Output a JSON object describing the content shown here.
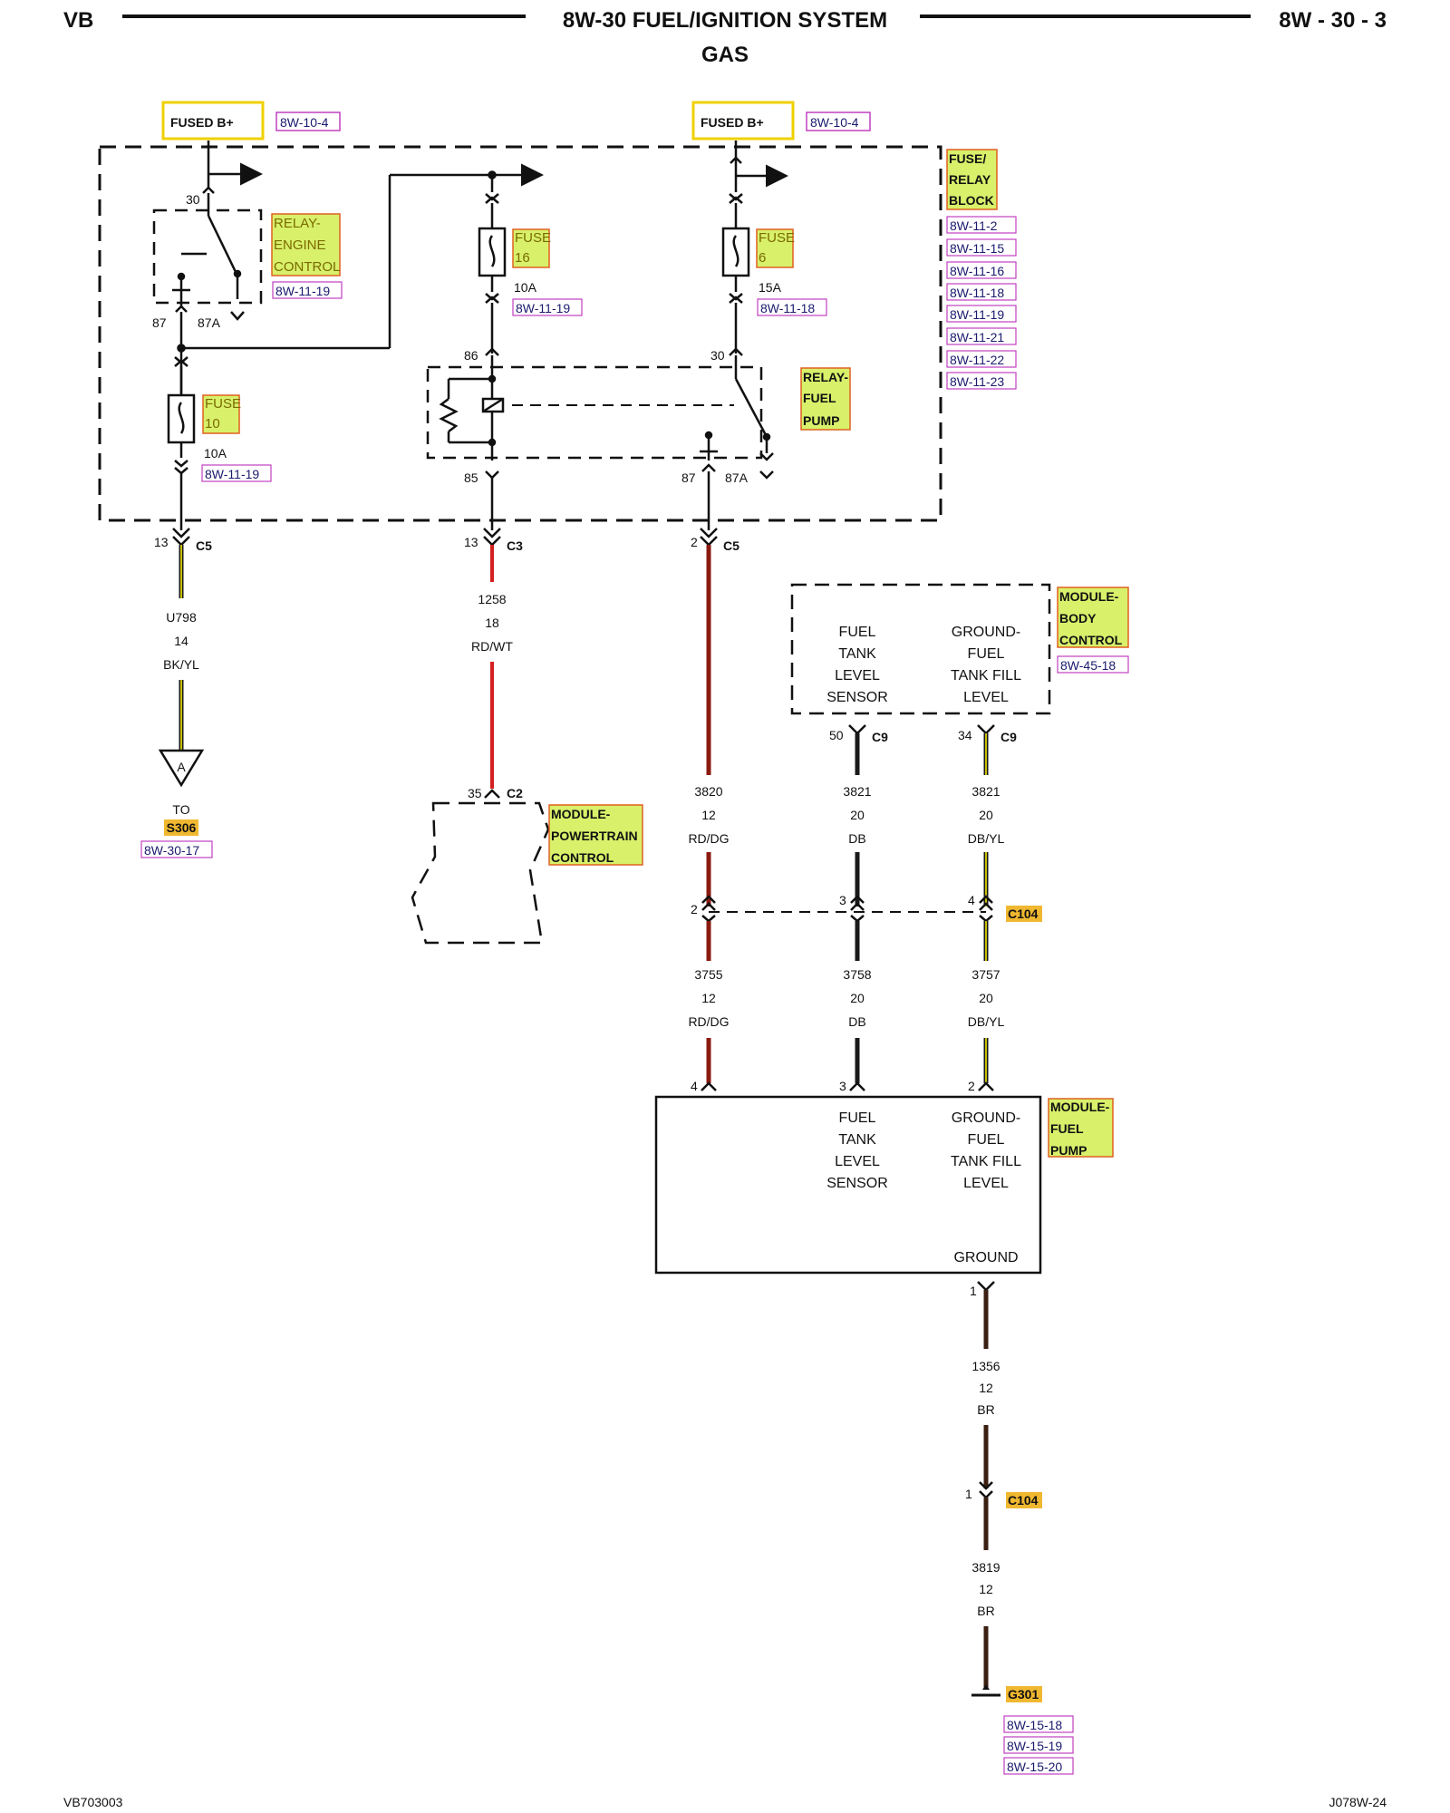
{
  "header": {
    "left": "VB",
    "title": "8W-30 FUEL/IGNITION SYSTEM",
    "subtitle": "GAS",
    "right": "8W - 30 - 3"
  },
  "footer": {
    "left": "VB703003",
    "right": "J078W-24"
  },
  "power": {
    "label": "FUSED B+",
    "ref": "8W-10-4"
  },
  "fuse_block": {
    "name": [
      "FUSE/",
      "RELAY",
      "BLOCK"
    ],
    "refs": [
      "8W-11-2",
      "8W-11-15",
      "8W-11-16",
      "8W-11-18",
      "8W-11-19",
      "8W-11-21",
      "8W-11-22",
      "8W-11-23"
    ]
  },
  "relay_engine": {
    "name": [
      "RELAY-",
      "ENGINE",
      "CONTROL"
    ],
    "ref": "8W-11-19",
    "pin_30": "30",
    "pin_87": "87",
    "pin_87a": "87A"
  },
  "relay_fuel": {
    "name": [
      "RELAY-",
      "FUEL",
      "PUMP"
    ],
    "pin_86": "86",
    "pin_85": "85",
    "pin_30": "30",
    "pin_87": "87",
    "pin_87a": "87A"
  },
  "fuse10": {
    "name": [
      "FUSE",
      "10"
    ],
    "rating": "10A",
    "ref": "8W-11-19"
  },
  "fuse16": {
    "name": [
      "FUSE",
      "16"
    ],
    "rating": "10A",
    "ref": "8W-11-19"
  },
  "fuse6": {
    "name": [
      "FUSE",
      "6"
    ],
    "rating": "15A",
    "ref": "8W-11-18"
  },
  "conn_left": {
    "pin": "13",
    "conn": "C5"
  },
  "conn_mid": {
    "pin": "13",
    "conn": "C3"
  },
  "conn_right": {
    "pin": "2",
    "conn": "C5"
  },
  "wire_u798": {
    "circuit": "U798",
    "gauge": "14",
    "color": "BK/YL"
  },
  "splice": {
    "letter": "A",
    "to": "TO",
    "name": "S306",
    "ref": "8W-30-17"
  },
  "wire_1258": {
    "circuit": "1258",
    "gauge": "18",
    "color": "RD/WT"
  },
  "pcm": {
    "pin": "35",
    "conn": "C2",
    "name": [
      "MODULE-",
      "POWERTRAIN",
      "CONTROL"
    ]
  },
  "bcm": {
    "name": [
      "MODULE-",
      "BODY",
      "CONTROL"
    ],
    "ref": "8W-45-18",
    "fn_left": [
      "FUEL",
      "TANK",
      "LEVEL",
      "SENSOR"
    ],
    "fn_right": [
      "GROUND-",
      "FUEL",
      "TANK FILL",
      "LEVEL"
    ],
    "pin_a": "50",
    "pin_b": "34",
    "conn": "C9"
  },
  "wires_upper": [
    {
      "circuit": "3820",
      "gauge": "12",
      "color": "RD/DG"
    },
    {
      "circuit": "3821",
      "gauge": "20",
      "color": "DB"
    },
    {
      "circuit": "3821",
      "gauge": "20",
      "color": "DB/YL"
    }
  ],
  "c104": {
    "name": "C104",
    "pins": [
      "2",
      "3",
      "4"
    ],
    "ground_pin": "1"
  },
  "wires_lower": [
    {
      "circuit": "3755",
      "gauge": "12",
      "color": "RD/DG"
    },
    {
      "circuit": "3758",
      "gauge": "20",
      "color": "DB"
    },
    {
      "circuit": "3757",
      "gauge": "20",
      "color": "DB/YL"
    }
  ],
  "fuel_pump_module": {
    "name": [
      "MODULE-",
      "FUEL",
      "PUMP"
    ],
    "pins": [
      "4",
      "3",
      "2"
    ],
    "fn_left": [
      "FUEL",
      "TANK",
      "LEVEL",
      "SENSOR"
    ],
    "fn_right": [
      "GROUND-",
      "FUEL",
      "TANK FILL",
      "LEVEL"
    ],
    "ground_label": "GROUND",
    "ground_pin": "1"
  },
  "wire_1356": {
    "circuit": "1356",
    "gauge": "12",
    "color": "BR"
  },
  "wire_3819": {
    "circuit": "3819",
    "gauge": "12",
    "color": "BR"
  },
  "ground": {
    "name": "G301",
    "refs": [
      "8W-15-18",
      "8W-15-19",
      "8W-15-20"
    ]
  },
  "wire_colors": {
    "black": "#1a1a1a",
    "yellow": "#f2e600",
    "red": "#d42020",
    "darkred": "#8b1a10",
    "brown": "#3a1f10"
  },
  "tag_colors": {
    "highlight": "#d8f06a",
    "tag_border": "#e06020",
    "ref_border": "#c040c0",
    "fused_border": "#f0d000"
  }
}
